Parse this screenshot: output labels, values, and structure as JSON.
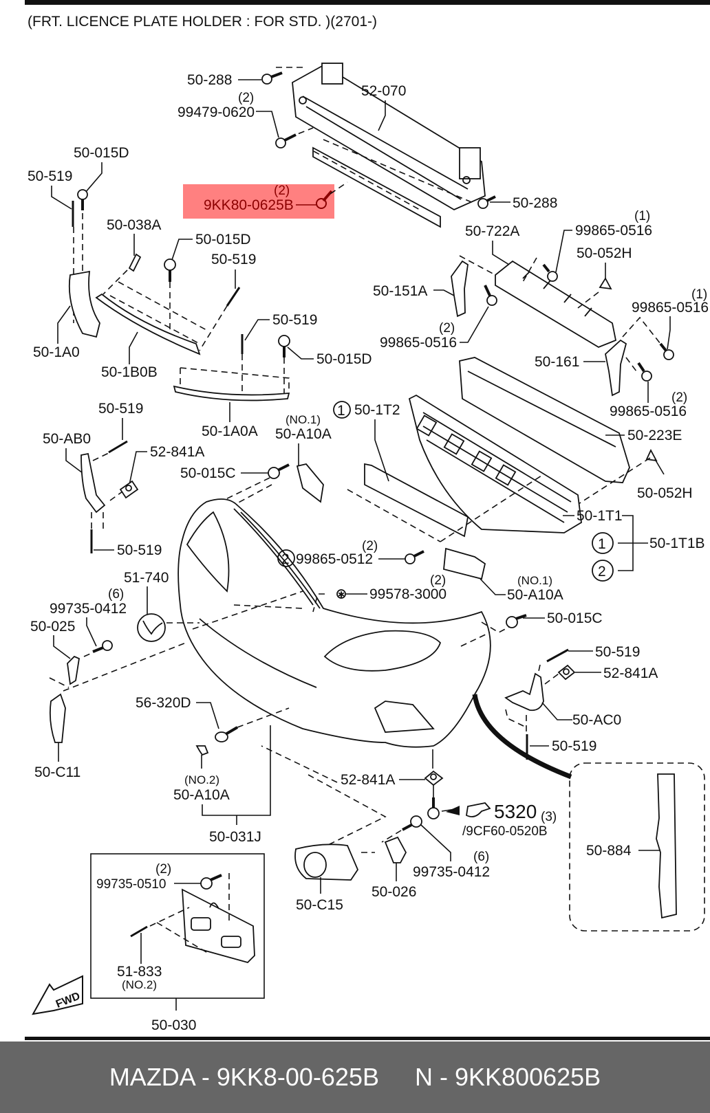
{
  "diagram": {
    "title": "(FRT. LICENCE PLATE HOLDER :  FOR STD. )(2701-)",
    "highlight": {
      "color": "#ff8080",
      "text_color": "#8b0000",
      "part_number": "9KK80-0625B",
      "quantity": "(2)"
    },
    "labels": {
      "l_50_288_top": "50-288",
      "q_99479": "(2)",
      "l_99479_0620": "99479-0620",
      "l_52_070": "52-070",
      "l_50_288_right": "50-288",
      "l_50_015D_a": "50-015D",
      "l_50_519_a": "50-519",
      "l_50_038A": "50-038A",
      "l_50_015D_b": "50-015D",
      "l_50_519_b": "50-519",
      "l_50_1A0": "50-1A0",
      "l_50_1B0B": "50-1B0B",
      "l_50_519_c": "50-519",
      "l_50_015D_c": "50-015D",
      "l_50_1A0A": "50-1A0A",
      "l_50_722A": "50-722A",
      "q_99865_a": "(1)",
      "l_99865_0516_a": "99865-0516",
      "l_50_052H_a": "50-052H",
      "l_50_151A": "50-151A",
      "q_99865_b": "(1)",
      "l_99865_0516_b": "99865-0516",
      "q_99865_c": "(2)",
      "l_99865_0516_c": "99865-0516",
      "l_50_161": "50-161",
      "q_99865_d": "(2)",
      "l_99865_0516_d": "99865-0516",
      "l_50_223E": "50-223E",
      "l_50_052H_b": "50-052H",
      "circ_1_a": "1",
      "l_50_1T2": "50-1T2",
      "no1_a": "(NO.1)",
      "l_50_A10A_a": "50-A10A",
      "l_50_519_d": "50-519",
      "l_50_AB0": "50-AB0",
      "l_52_841A_a": "52-841A",
      "l_50_015C_a": "50-015C",
      "l_50_519_e": "50-519",
      "l_50_1T1": "50-1T1",
      "circ_1_b": "1",
      "circ_2_b": "2",
      "l_50_1T1B": "50-1T1B",
      "circ_2_a": "2",
      "q_99865_0512": "(2)",
      "l_99865_0512": "99865-0512",
      "q_99578": "(2)",
      "l_99578_3000": "99578-3000",
      "no1_b": "(NO.1)",
      "l_50_A10A_b": "50-A10A",
      "l_51_740": "51-740",
      "q_99735_a": "(6)",
      "l_99735_0412_a": "99735-0412",
      "l_50_025": "50-025",
      "l_50_015C_b": "50-015C",
      "l_50_519_f": "50-519",
      "l_52_841A_b": "52-841A",
      "l_50_AC0": "50-AC0",
      "l_50_519_g": "50-519",
      "l_56_320D": "56-320D",
      "l_50_C11": "50-C11",
      "no2_a": "(NO.2)",
      "l_50_A10A_c": "50-A10A",
      "l_50_031J": "50-031J",
      "l_52_841A_c": "52-841A",
      "l_5320": "5320",
      "q_5320": "(3)",
      "l_9CF60": "/9CF60-0520B",
      "q_99735_b": "(6)",
      "l_99735_0412_b": "99735-0412",
      "l_50_026": "50-026",
      "l_50_C15": "50-C15",
      "l_50_884": "50-884",
      "q_99735_0510": "(2)",
      "l_99735_0510": "99735-0510",
      "l_51_833": "51-833",
      "no2_b": "(NO.2)",
      "l_50_030": "50-030",
      "fwd": "FWD"
    }
  },
  "footer": {
    "brand_part": "MAZDA - 9KK8-00-625B",
    "normalized_part": "N - 9KK800625B"
  }
}
